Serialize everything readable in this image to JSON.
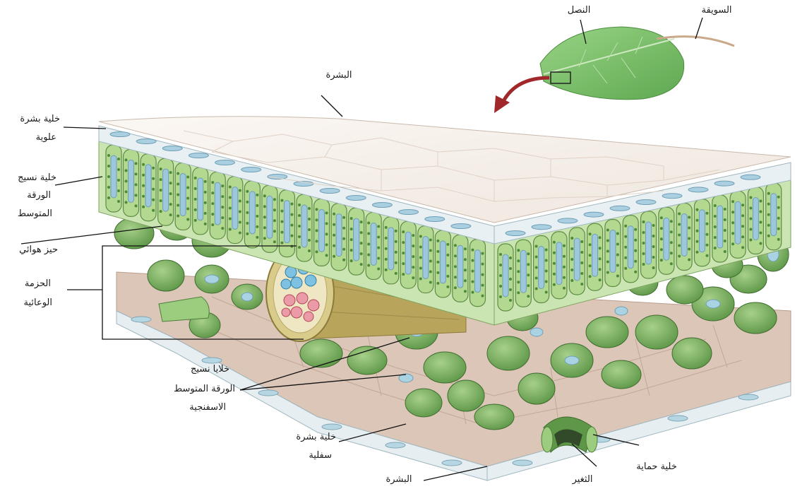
{
  "labels": {
    "epidermis_top": "البشرة",
    "midrib": "النصل",
    "petiole": "السويقة",
    "upper_epidermis_cell_1": "خلية بشرة",
    "upper_epidermis_cell_2": "علوية",
    "palisade_1": "خلية نسيج",
    "palisade_2": "الورقة",
    "palisade_3": "المتوسط",
    "air_space": "حيز هوائي",
    "vascular_bundle_1": "الحزمة",
    "vascular_bundle_2": "الوعائية",
    "spongy_1": "خلايا نسيج",
    "spongy_2": "الورقة المتوسط",
    "spongy_3": "الاسفنجية",
    "lower_epidermis_cell_1": "خلية بشرة",
    "lower_epidermis_cell_2": "سفلية",
    "epidermis_bottom": "البشرة",
    "stoma": "الثغير",
    "guard_cell": "خلية حماية"
  },
  "colors": {
    "cuticle": "#f6efe9",
    "epidermis": "#e4eef2",
    "palisade": "#b9d99a",
    "chloroplast": "#4f8a3a",
    "vacuole": "#9cc7dd",
    "spongy": "#79ad5c",
    "floor": "#d9c2b4",
    "xylem": "#7fc1e0",
    "phloem": "#eb9aa8",
    "sheath": "#d9cc8a",
    "arrow": "#a0282a",
    "leaf": "#7cc36b"
  }
}
